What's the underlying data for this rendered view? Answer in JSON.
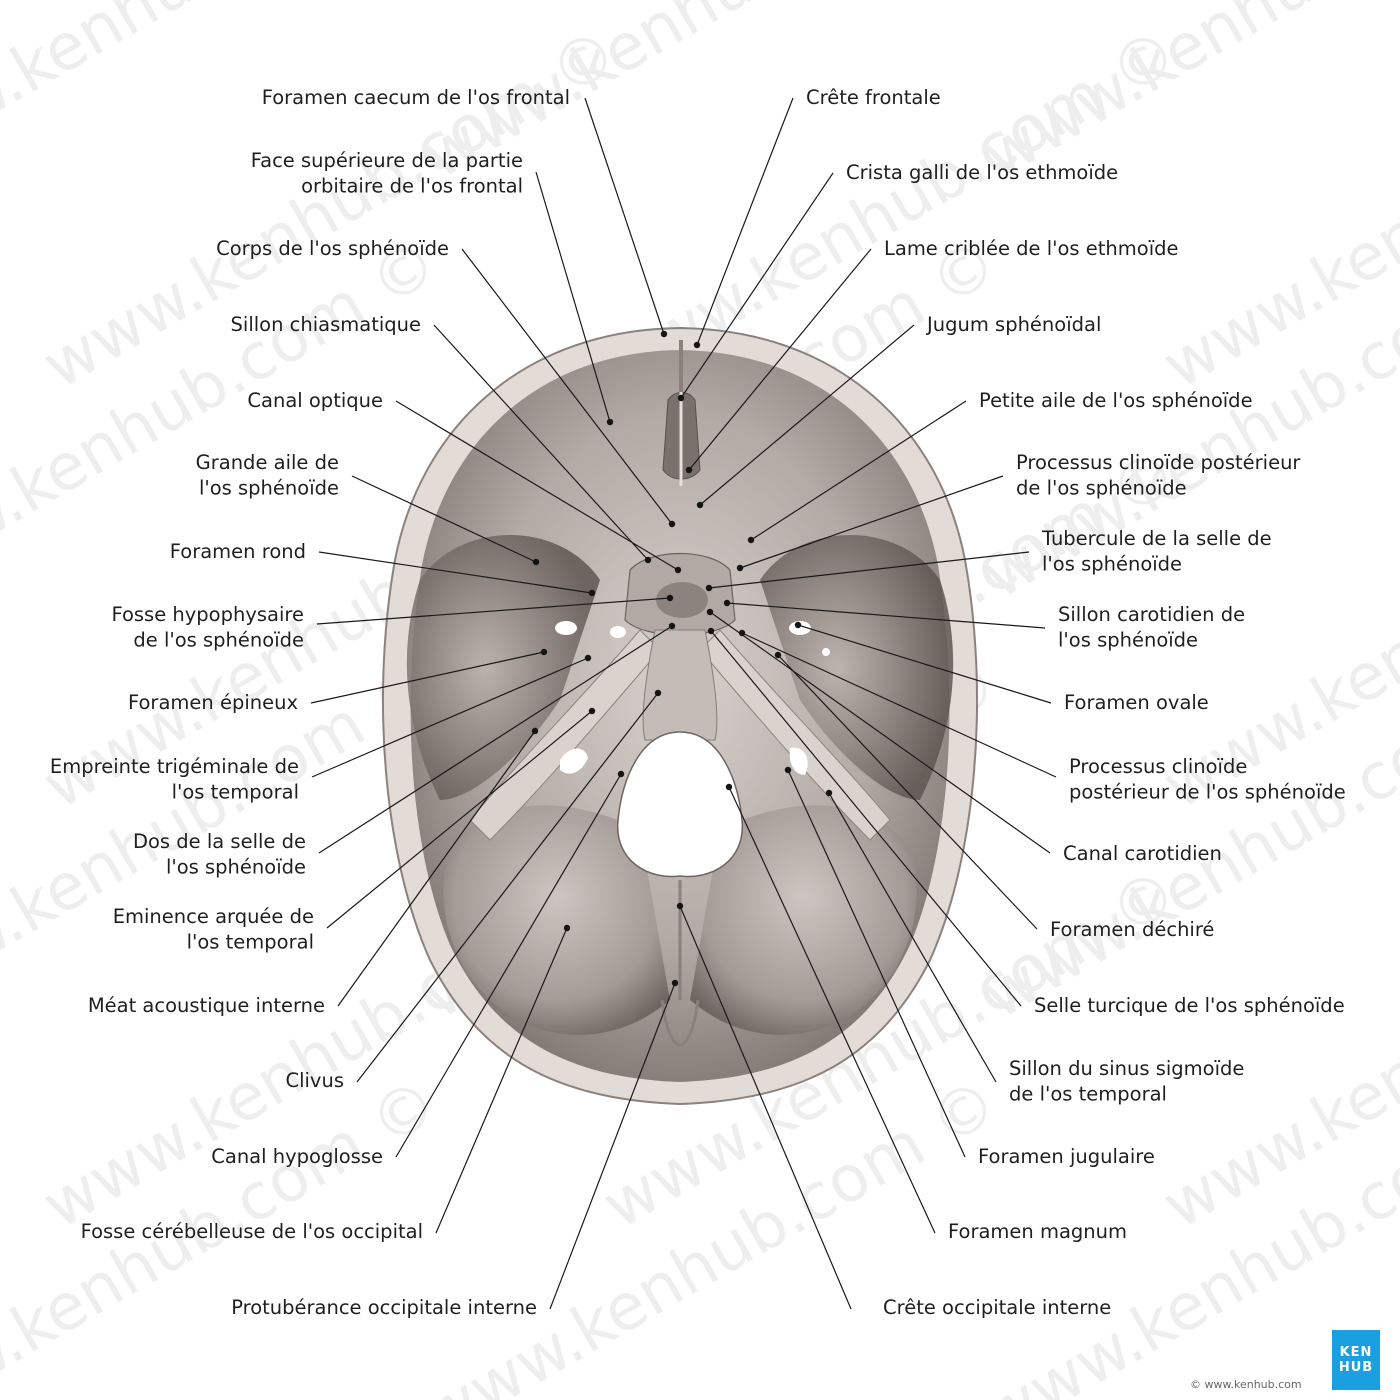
{
  "labels_left": [
    {
      "id": "foramen-caecum",
      "lines": [
        "Foramen caecum de l'os frontal"
      ]
    },
    {
      "id": "face-superieure",
      "lines": [
        "Face supérieure de la partie",
        "orbitaire de l'os frontal"
      ]
    },
    {
      "id": "corps-sphenoide",
      "lines": [
        "Corps de l'os sphénoïde"
      ]
    },
    {
      "id": "sillon-chiasmatique",
      "lines": [
        "Sillon chiasmatique"
      ]
    },
    {
      "id": "canal-optique",
      "lines": [
        "Canal optique"
      ]
    },
    {
      "id": "grande-aile",
      "lines": [
        "Grande aile de",
        "l'os sphénoïde"
      ]
    },
    {
      "id": "foramen-rond",
      "lines": [
        "Foramen rond"
      ]
    },
    {
      "id": "fosse-hypophysaire",
      "lines": [
        "Fosse hypophysaire",
        "de l'os sphénoïde"
      ]
    },
    {
      "id": "foramen-epineux",
      "lines": [
        "Foramen épineux"
      ]
    },
    {
      "id": "empreinte-trigeminale",
      "lines": [
        "Empreinte trigéminale de",
        "l'os temporal"
      ]
    },
    {
      "id": "dos-selle",
      "lines": [
        "Dos de la selle de",
        "l'os sphénoïde"
      ]
    },
    {
      "id": "eminence-arquee",
      "lines": [
        "Eminence arquée de",
        "l'os temporal"
      ]
    },
    {
      "id": "meat-acoustique",
      "lines": [
        "Méat acoustique interne"
      ]
    },
    {
      "id": "clivus",
      "lines": [
        "Clivus"
      ]
    },
    {
      "id": "canal-hypoglosse",
      "lines": [
        "Canal hypoglosse"
      ]
    },
    {
      "id": "fosse-cerebelleuse",
      "lines": [
        "Fosse cérébelleuse de l'os occipital"
      ]
    },
    {
      "id": "protuberance",
      "lines": [
        "Protubérance occipitale interne"
      ]
    }
  ],
  "labels_right": [
    {
      "id": "crete-frontale",
      "lines": [
        "Crête frontale"
      ]
    },
    {
      "id": "crista-galli",
      "lines": [
        "Crista galli de l'os ethmoïde"
      ]
    },
    {
      "id": "lame-criblee",
      "lines": [
        "Lame criblée de l'os ethmoïde"
      ]
    },
    {
      "id": "jugum",
      "lines": [
        "Jugum sphénoïdal"
      ]
    },
    {
      "id": "petite-aile",
      "lines": [
        "Petite aile de l'os sphénoïde"
      ]
    },
    {
      "id": "processus-clinoide-post-1",
      "lines": [
        "Processus clinoïde postérieur",
        "de l'os sphénoïde"
      ]
    },
    {
      "id": "tubercule-selle",
      "lines": [
        "Tubercule de la selle de",
        "l'os sphénoïde"
      ]
    },
    {
      "id": "sillon-carotidien",
      "lines": [
        "Sillon carotidien de",
        "l'os sphénoïde"
      ]
    },
    {
      "id": "foramen-ovale",
      "lines": [
        "Foramen ovale"
      ]
    },
    {
      "id": "processus-clinoide-post-2",
      "lines": [
        "Processus clinoïde",
        "postérieur de l'os sphénoïde"
      ]
    },
    {
      "id": "canal-carotidien",
      "lines": [
        "Canal carotidien"
      ]
    },
    {
      "id": "foramen-dechire",
      "lines": [
        "Foramen déchiré"
      ]
    },
    {
      "id": "selle-turcique",
      "lines": [
        "Selle turcique de l'os sphénoïde"
      ]
    },
    {
      "id": "sillon-sinus",
      "lines": [
        "Sillon du sinus sigmoïde",
        "de l'os temporal"
      ]
    },
    {
      "id": "foramen-jugulaire",
      "lines": [
        "Foramen jugulaire"
      ]
    },
    {
      "id": "foramen-magnum",
      "lines": [
        "Foramen magnum"
      ]
    },
    {
      "id": "crete-occipitale",
      "lines": [
        "Crête occipitale interne"
      ]
    }
  ],
  "watermark": "www.kenhub.com ©",
  "logo": {
    "line1": "KEN",
    "line2": "HUB"
  },
  "credit": "© www.kenhub.com",
  "colors": {
    "bone": "#a39a95",
    "bone_light": "#cfc8c3",
    "bone_dark": "#6e6560",
    "rim": "#ddd6d1"
  }
}
